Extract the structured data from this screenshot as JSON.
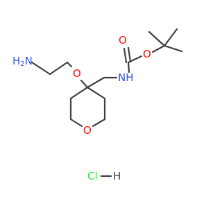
{
  "molecule": {
    "atoms": {
      "nh2_amine": {
        "text": "H2N",
        "color": "#3050F8"
      },
      "ether_o": {
        "text": "O",
        "color": "#FF0D0D"
      },
      "carbamate_nh": {
        "text": "NH",
        "color": "#3050F8"
      },
      "carbonyl_o": {
        "text": "O",
        "color": "#FF0D0D"
      },
      "ester_o": {
        "text": "O",
        "color": "#FF0D0D"
      },
      "ring_o": {
        "text": "O",
        "color": "#FF0D0D"
      },
      "salt": {
        "text": "Cl",
        "color": "#1FF01F"
      },
      "salt_h": {
        "text": "H",
        "color": "#404040"
      }
    }
  }
}
